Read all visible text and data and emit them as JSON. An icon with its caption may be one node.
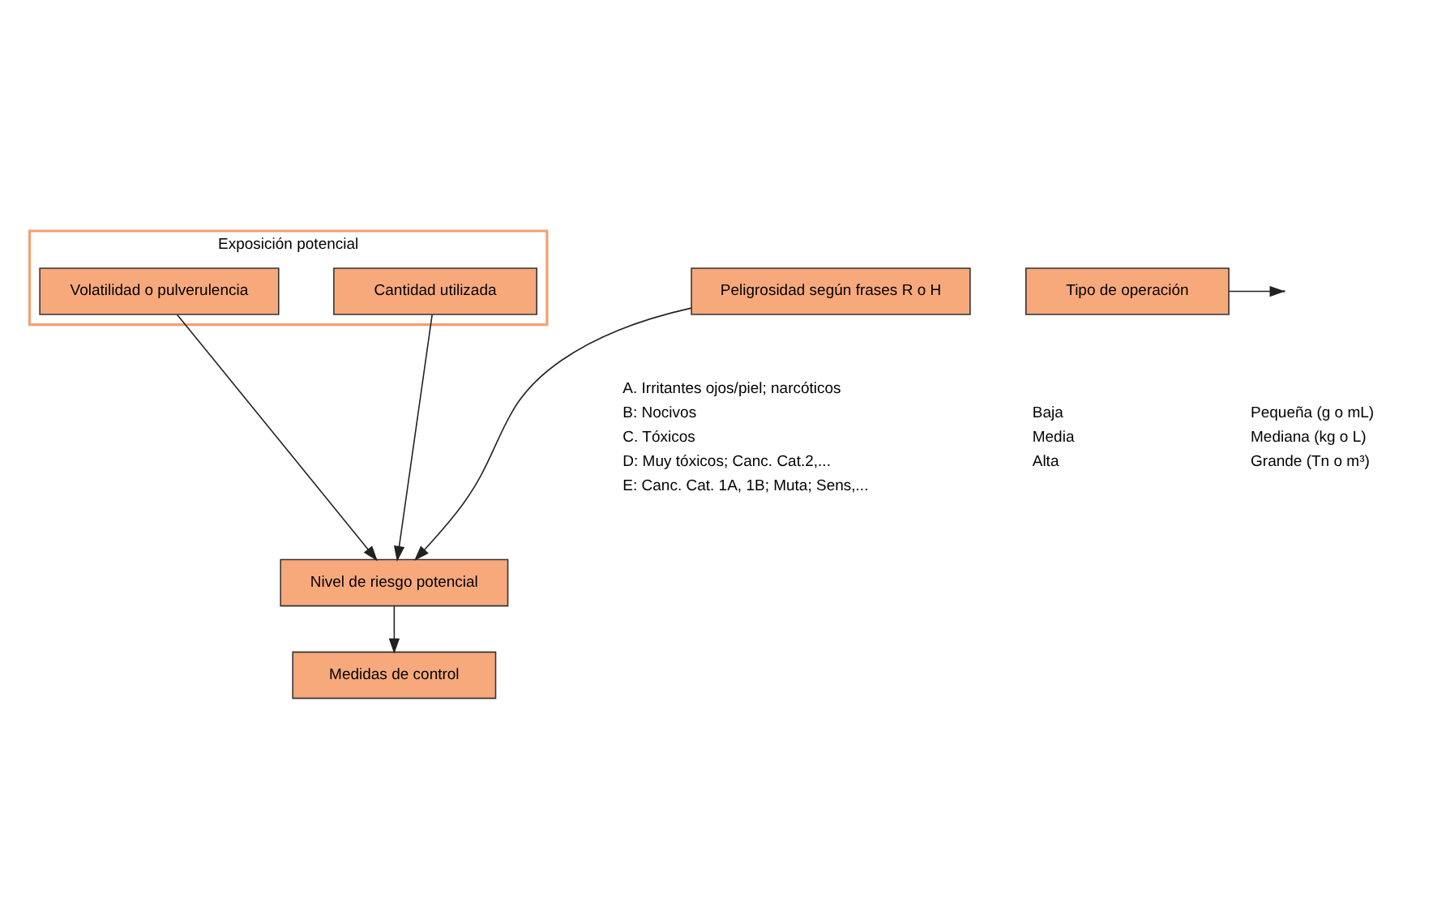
{
  "diagram": {
    "nodes": [
      {
        "text": [
          "Exposición potencial"
        ]
      },
      {
        "text": [
          "Peligrosidad según frases R o H"
        ]
      },
      {
        "text": [
          "Volatilidad o pulverulencia"
        ],
        "in": 0
      },
      {
        "text": [
          "Cantidad utilizada"
        ],
        "in": 0
      },
      {
        "text": [
          "Nivel de riesgo potencial"
        ]
      },
      {
        "text": [
          "Tipo de operación"
        ]
      },
      {
        "text": [
          "Medidas de control"
        ]
      }
    ],
    "edges": [
      {
        "from": 1,
        "to": 4,
        "arrow": "to"
      },
      {
        "from": 2,
        "to": 4,
        "arrow": "to"
      },
      {
        "from": 3,
        "to": 4,
        "arrow": "to"
      },
      {
        "from": 4,
        "to": 6,
        "arrow": "to"
      },
      {
        "from": 5,
        "to": null,
        "arrow": "to"
      }
    ],
    "labels": [
      "A. Irritantes ojos/piel; narcóticos",
      "B: Nocivos",
      "C. Tóxicos",
      "D: Muy tóxicos; Canc. Cat.2,...",
      "E: Canc. Cat. 1A, 1B; Muta; Sens,...",
      "Baja",
      "Media",
      "Alta",
      "Pequeña (g o mL)",
      "Mediana (kg o L)",
      "Grande (Tn o m³)"
    ]
  }
}
